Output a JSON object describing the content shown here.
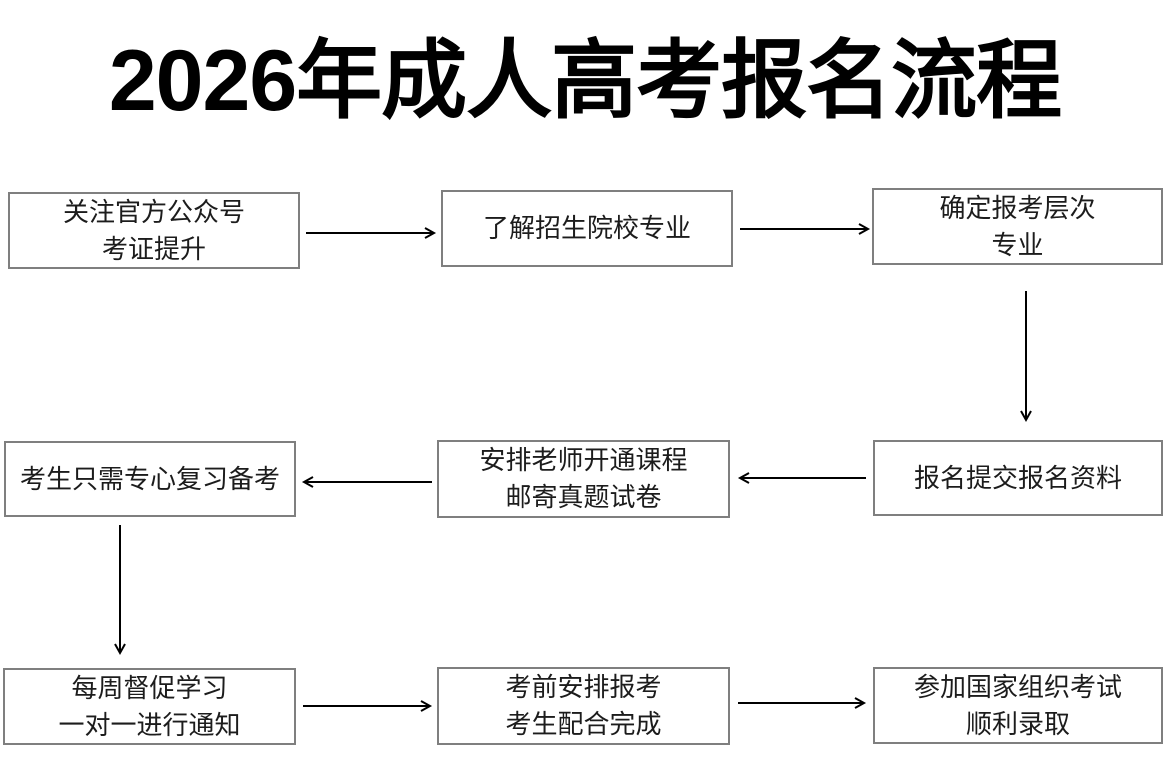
{
  "title": "2026年成人高考报名流程",
  "colors": {
    "background": "#ffffff",
    "box_border": "#7f7f7f",
    "arrow": "#000000",
    "title_text": "#000000",
    "box_text": "#1c1c1c"
  },
  "flow": {
    "boxes": [
      {
        "id": "step-1",
        "lines": [
          "关注官方公众号",
          "考证提升"
        ]
      },
      {
        "id": "step-2",
        "lines": [
          "了解招生院校专业"
        ]
      },
      {
        "id": "step-3",
        "lines": [
          "确定报考层次",
          "专业"
        ]
      },
      {
        "id": "step-4",
        "lines": [
          "报名提交报名资料"
        ]
      },
      {
        "id": "step-5",
        "lines": [
          "安排老师开通课程",
          "邮寄真题试卷"
        ]
      },
      {
        "id": "step-6",
        "lines": [
          "考生只需专心复习备考"
        ]
      },
      {
        "id": "step-7",
        "lines": [
          "每周督促学习",
          "一对一进行通知"
        ]
      },
      {
        "id": "step-8",
        "lines": [
          "考前安排报考",
          "考生配合完成"
        ]
      },
      {
        "id": "step-9",
        "lines": [
          "参加国家组织考试",
          "顺利录取"
        ]
      }
    ],
    "connections": [
      {
        "from": "step-1",
        "to": "step-2",
        "direction": "right"
      },
      {
        "from": "step-2",
        "to": "step-3",
        "direction": "right"
      },
      {
        "from": "step-3",
        "to": "step-4",
        "direction": "down"
      },
      {
        "from": "step-4",
        "to": "step-5",
        "direction": "left"
      },
      {
        "from": "step-5",
        "to": "step-6",
        "direction": "left"
      },
      {
        "from": "step-6",
        "to": "step-7",
        "direction": "down"
      },
      {
        "from": "step-7",
        "to": "step-8",
        "direction": "right"
      },
      {
        "from": "step-8",
        "to": "step-9",
        "direction": "right"
      }
    ]
  }
}
